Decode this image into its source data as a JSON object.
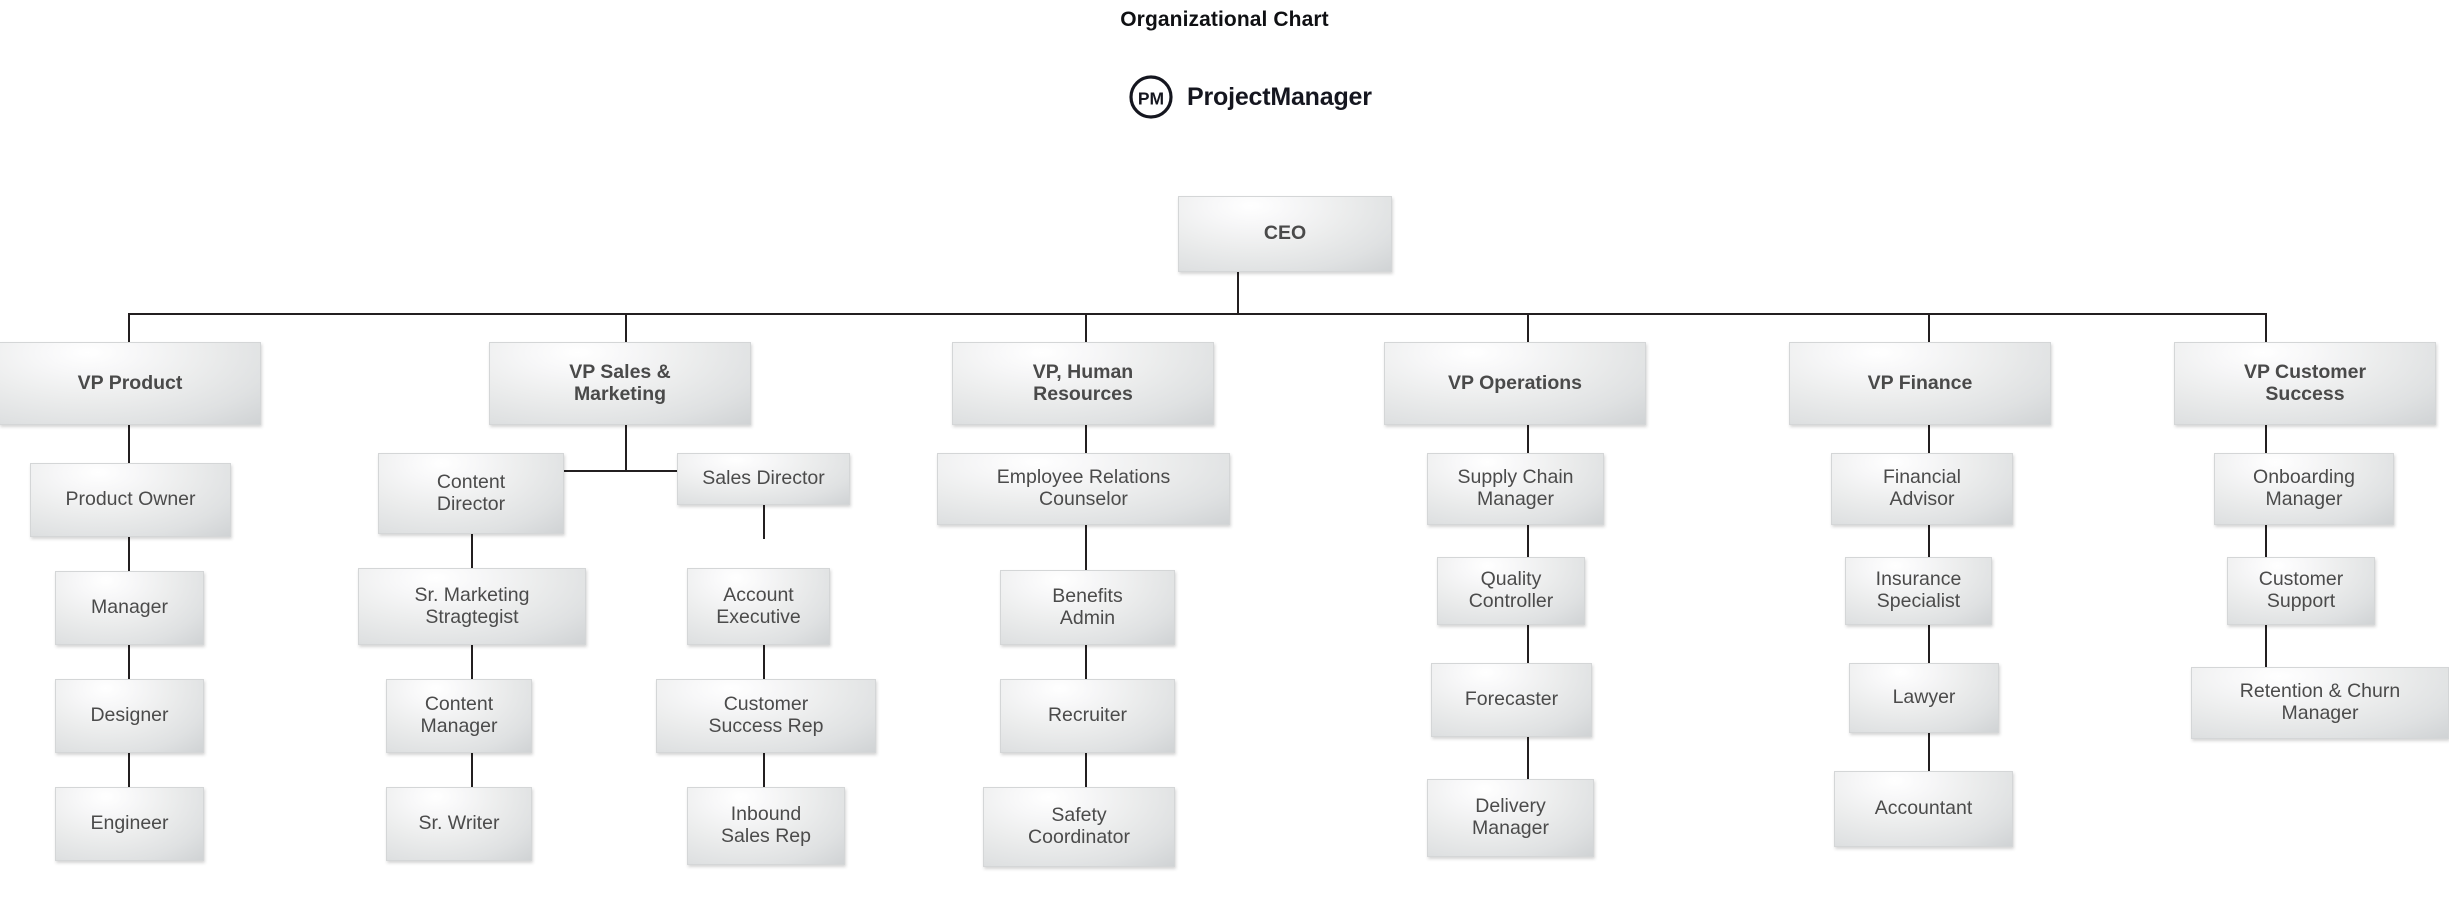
{
  "header": {
    "title": "Organizational Chart",
    "brand_name": "ProjectManager",
    "brand_mark_label": "PM",
    "brand_mark_icon": "pm-circle-logo"
  },
  "colors": {
    "text": "#4b4b4b",
    "title_text": "#0f1013",
    "brand": "#15161f",
    "connector": "#231f20",
    "box_border": "#d4d6d7",
    "box_fill_light": "#ffffff",
    "box_fill_dark": "#c3c6c9",
    "background": "#ffffff"
  },
  "chart_data": {
    "type": "diagram",
    "diagram_type": "organizational-chart",
    "title": "Organizational Chart",
    "root": "CEO",
    "node_count": 31,
    "nodes": [
      {
        "id": "ceo",
        "label": "CEO",
        "level": 0,
        "parent": null,
        "bold": true
      },
      {
        "id": "vp_product",
        "label": "VP Product",
        "level": 1,
        "parent": "ceo",
        "bold": true
      },
      {
        "id": "product_owner",
        "label": "Product Owner",
        "level": 2,
        "parent": "vp_product",
        "bold": false
      },
      {
        "id": "manager",
        "label": "Manager",
        "level": 3,
        "parent": "product_owner",
        "bold": false
      },
      {
        "id": "designer",
        "label": "Designer",
        "level": 4,
        "parent": "manager",
        "bold": false
      },
      {
        "id": "engineer",
        "label": "Engineer",
        "level": 5,
        "parent": "designer",
        "bold": false
      },
      {
        "id": "vp_sales",
        "label": "VP Sales & Marketing",
        "level": 1,
        "parent": "ceo",
        "bold": true
      },
      {
        "id": "content_director",
        "label": "Content Director",
        "level": 2,
        "parent": "vp_sales",
        "bold": false
      },
      {
        "id": "sr_marketing",
        "label": "Sr. Marketing Stragtegist",
        "level": 3,
        "parent": "content_director",
        "bold": false
      },
      {
        "id": "content_manager",
        "label": "Content Manager",
        "level": 4,
        "parent": "sr_marketing",
        "bold": false
      },
      {
        "id": "sr_writer",
        "label": "Sr. Writer",
        "level": 5,
        "parent": "content_manager",
        "bold": false
      },
      {
        "id": "sales_director",
        "label": "Sales Director",
        "level": 2,
        "parent": "vp_sales",
        "bold": false
      },
      {
        "id": "account_executive",
        "label": "Account Executive",
        "level": 3,
        "parent": "sales_director",
        "bold": false
      },
      {
        "id": "customer_success_rep",
        "label": "Customer Success Rep",
        "level": 4,
        "parent": "account_executive",
        "bold": false
      },
      {
        "id": "inbound_sales_rep",
        "label": "Inbound Sales Rep",
        "level": 5,
        "parent": "customer_success_rep",
        "bold": false
      },
      {
        "id": "vp_hr",
        "label": "VP, Human Resources",
        "level": 1,
        "parent": "ceo",
        "bold": true
      },
      {
        "id": "employee_relations",
        "label": "Employee Relations Counselor",
        "level": 2,
        "parent": "vp_hr",
        "bold": false
      },
      {
        "id": "benefits_admin",
        "label": "Benefits Admin",
        "level": 3,
        "parent": "employee_relations",
        "bold": false
      },
      {
        "id": "recruiter",
        "label": "Recruiter",
        "level": 4,
        "parent": "benefits_admin",
        "bold": false
      },
      {
        "id": "safety_coordinator",
        "label": "Safety Coordinator",
        "level": 5,
        "parent": "recruiter",
        "bold": false
      },
      {
        "id": "vp_operations",
        "label": "VP Operations",
        "level": 1,
        "parent": "ceo",
        "bold": true
      },
      {
        "id": "supply_chain",
        "label": "Supply Chain Manager",
        "level": 2,
        "parent": "vp_operations",
        "bold": false
      },
      {
        "id": "quality_controller",
        "label": "Quality Controller",
        "level": 3,
        "parent": "supply_chain",
        "bold": false
      },
      {
        "id": "forecaster",
        "label": "Forecaster",
        "level": 4,
        "parent": "quality_controller",
        "bold": false
      },
      {
        "id": "delivery_manager",
        "label": "Delivery Manager",
        "level": 5,
        "parent": "forecaster",
        "bold": false
      },
      {
        "id": "vp_finance",
        "label": "VP Finance",
        "level": 1,
        "parent": "ceo",
        "bold": true
      },
      {
        "id": "financial_advisor",
        "label": "Financial Advisor",
        "level": 2,
        "parent": "vp_finance",
        "bold": false
      },
      {
        "id": "insurance_specialist",
        "label": "Insurance Specialist",
        "level": 3,
        "parent": "financial_advisor",
        "bold": false
      },
      {
        "id": "lawyer",
        "label": "Lawyer",
        "level": 4,
        "parent": "insurance_specialist",
        "bold": false
      },
      {
        "id": "accountant",
        "label": "Accountant",
        "level": 5,
        "parent": "lawyer",
        "bold": false
      },
      {
        "id": "vp_customer_success",
        "label": "VP Customer Success",
        "level": 1,
        "parent": "ceo",
        "bold": true
      },
      {
        "id": "onboarding_manager",
        "label": "Onboarding Manager",
        "level": 2,
        "parent": "vp_customer_success",
        "bold": false
      },
      {
        "id": "customer_support",
        "label": "Customer Support",
        "level": 3,
        "parent": "onboarding_manager",
        "bold": false
      },
      {
        "id": "retention_churn",
        "label": "Retention & Churn Manager",
        "level": 4,
        "parent": "customer_support",
        "bold": false
      }
    ]
  },
  "nodes": {
    "ceo": {
      "line1": "CEO",
      "line2": ""
    },
    "vp_product": {
      "line1": "VP Product",
      "line2": ""
    },
    "product_owner": {
      "line1": "Product Owner",
      "line2": ""
    },
    "manager": {
      "line1": "Manager",
      "line2": ""
    },
    "designer": {
      "line1": "Designer",
      "line2": ""
    },
    "engineer": {
      "line1": "Engineer",
      "line2": ""
    },
    "vp_sales": {
      "line1": "VP Sales &",
      "line2": "Marketing"
    },
    "content_director": {
      "line1": "Content",
      "line2": "Director"
    },
    "sr_marketing": {
      "line1": "Sr. Marketing",
      "line2": "Stragtegist"
    },
    "content_manager": {
      "line1": "Content",
      "line2": "Manager"
    },
    "sr_writer": {
      "line1": "Sr. Writer",
      "line2": ""
    },
    "sales_director": {
      "line1": "Sales Director",
      "line2": ""
    },
    "account_executive": {
      "line1": "Account",
      "line2": "Executive"
    },
    "customer_success_rep": {
      "line1": "Customer",
      "line2": "Success Rep"
    },
    "inbound_sales_rep": {
      "line1": "Inbound",
      "line2": "Sales Rep"
    },
    "vp_hr": {
      "line1": "VP, Human",
      "line2": "Resources"
    },
    "employee_relations": {
      "line1": "Employee Relations",
      "line2": "Counselor"
    },
    "benefits_admin": {
      "line1": "Benefits",
      "line2": "Admin"
    },
    "recruiter": {
      "line1": "Recruiter",
      "line2": ""
    },
    "safety_coordinator": {
      "line1": "Safety",
      "line2": "Coordinator"
    },
    "vp_operations": {
      "line1": "VP Operations",
      "line2": ""
    },
    "supply_chain": {
      "line1": "Supply Chain",
      "line2": "Manager"
    },
    "quality_controller": {
      "line1": "Quality",
      "line2": "Controller"
    },
    "forecaster": {
      "line1": "Forecaster",
      "line2": ""
    },
    "delivery_manager": {
      "line1": "Delivery",
      "line2": "Manager"
    },
    "vp_finance": {
      "line1": "VP Finance",
      "line2": ""
    },
    "financial_advisor": {
      "line1": "Financial",
      "line2": "Advisor"
    },
    "insurance_specialist": {
      "line1": "Insurance",
      "line2": "Specialist"
    },
    "lawyer": {
      "line1": "Lawyer",
      "line2": ""
    },
    "accountant": {
      "line1": "Accountant",
      "line2": ""
    },
    "vp_customer_success": {
      "line1": "VP Customer",
      "line2": "Success"
    },
    "onboarding_manager": {
      "line1": "Onboarding",
      "line2": "Manager"
    },
    "customer_support": {
      "line1": "Customer",
      "line2": "Support"
    },
    "retention_churn": {
      "line1": "Retention & Churn",
      "line2": "Manager"
    }
  }
}
